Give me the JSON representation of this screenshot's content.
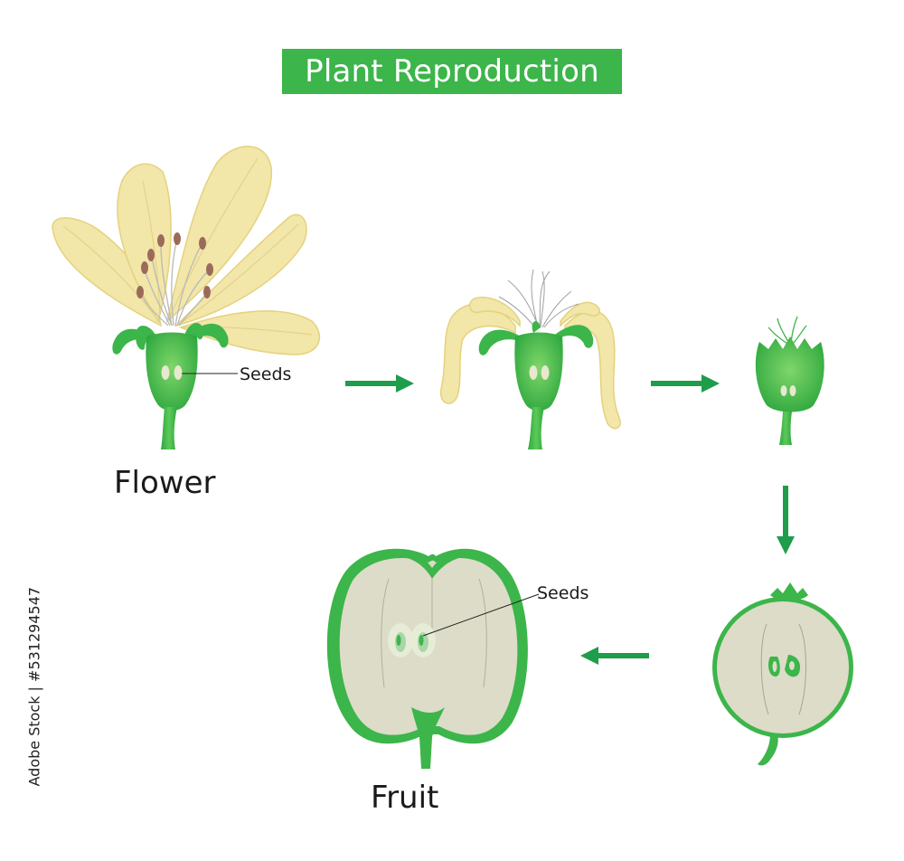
{
  "title": "Plant Reproduction",
  "labels": {
    "flower": "Flower",
    "fruit": "Fruit",
    "seeds_flower": "Seeds",
    "seeds_fruit": "Seeds"
  },
  "watermark": "Adobe Stock | #531294547",
  "colors": {
    "title_bg": "#3cb54a",
    "green": "#3cb54a",
    "dark_green": "#1e9d4a",
    "petal": "#f2e6a8",
    "petal_edge": "#e8d98a",
    "anther": "#9b6b5a",
    "fruit_flesh": "#dcdcc8",
    "arrow": "#1e9d4a"
  }
}
